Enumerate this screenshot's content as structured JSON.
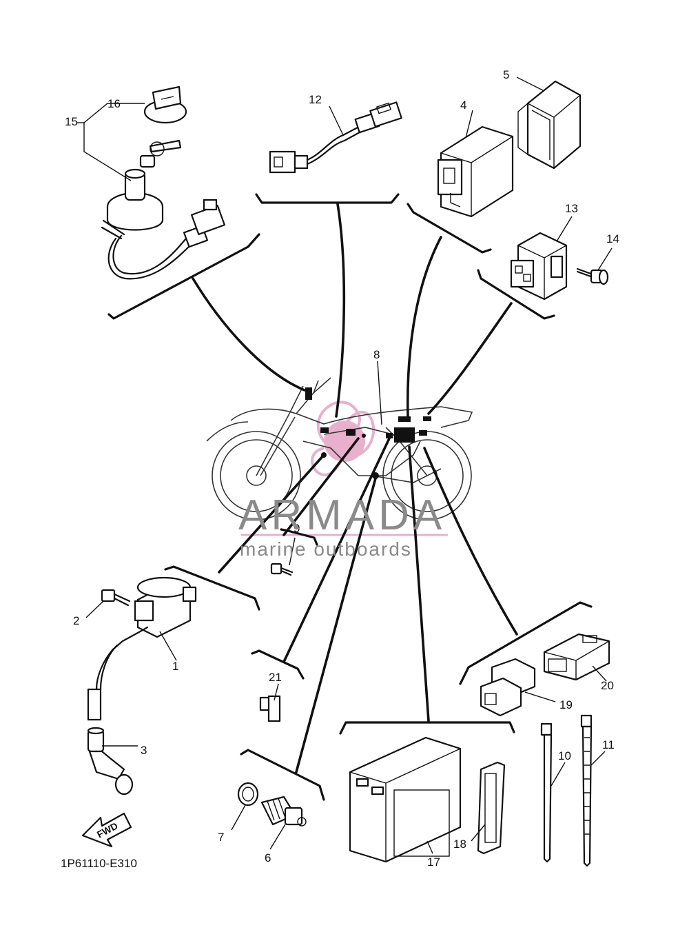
{
  "diagram": {
    "code": "1P61110-E310",
    "fwd_label": "FWD",
    "callouts": {
      "n1": "1",
      "n2": "2",
      "n3": "3",
      "n4": "4",
      "n5": "5",
      "n6": "6",
      "n7": "7",
      "n8": "8",
      "n9": "9",
      "n10": "10",
      "n11": "11",
      "n12": "12",
      "n13": "13",
      "n14": "14",
      "n15": "15",
      "n16": "16",
      "n17": "17",
      "n18": "18",
      "n19": "19",
      "n20": "20",
      "n21": "21"
    }
  },
  "watermark": {
    "brand": "ARMADA",
    "tagline": "marine outboards",
    "colors": {
      "text": "#8a8a8a",
      "logo": "#e6a3c6"
    }
  }
}
